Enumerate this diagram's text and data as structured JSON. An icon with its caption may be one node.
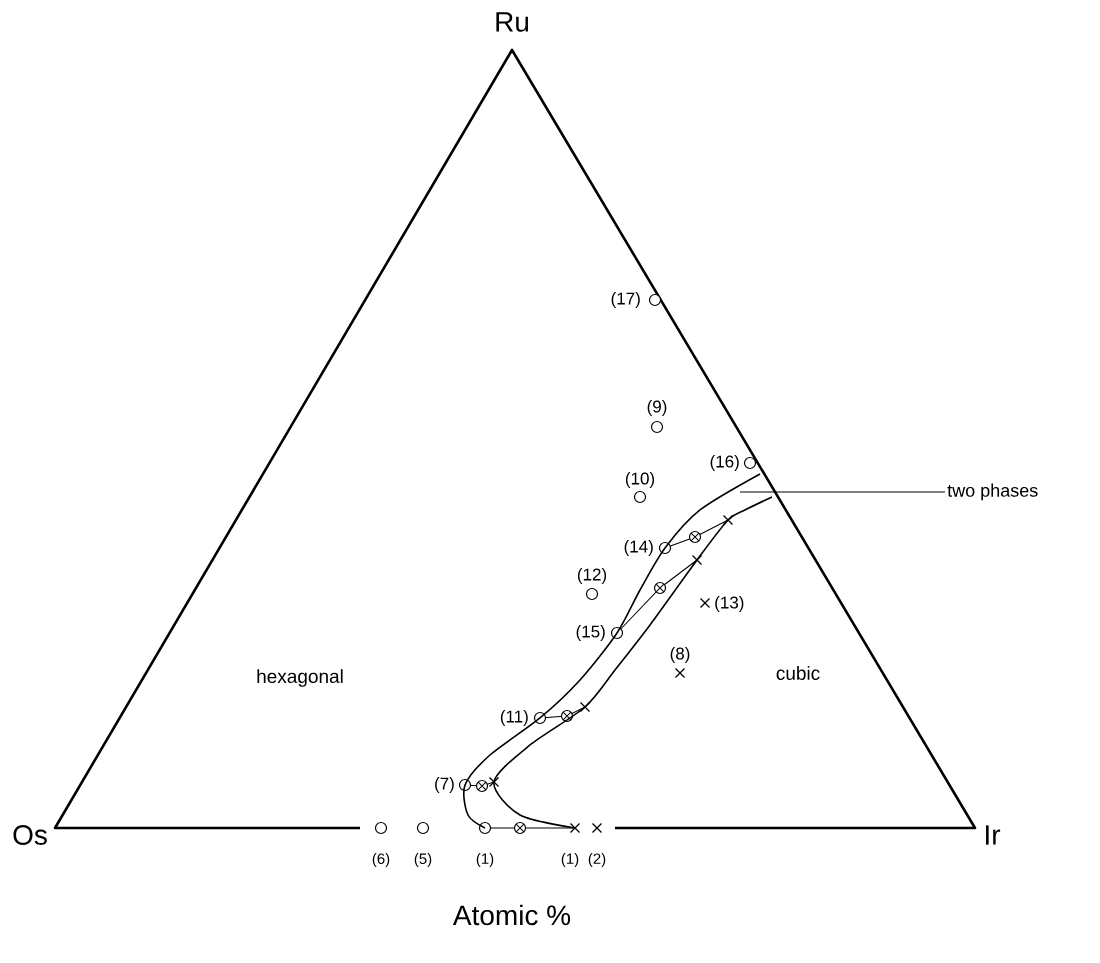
{
  "diagram": {
    "nodes": [
      {
        "text": [
          "two phases"
        ]
      },
      {
        "text": [],
        "shape": "band"
      }
    ],
    "edges": [
      {
        "from": 0,
        "to": 1,
        "arrow": "none"
      }
    ],
    "labels": [
      "Ru",
      "(17)",
      "(9)",
      "(16)",
      "(10)",
      "(14)",
      "(12)",
      "(13)",
      "(15)",
      "hexagonal",
      "(11)",
      "(8)",
      "(7)",
      "cubic",
      "Os",
      "Ir",
      "(6)",
      "(5)",
      "(1)",
      "(1)",
      "(2)",
      "Atomic %"
    ]
  }
}
